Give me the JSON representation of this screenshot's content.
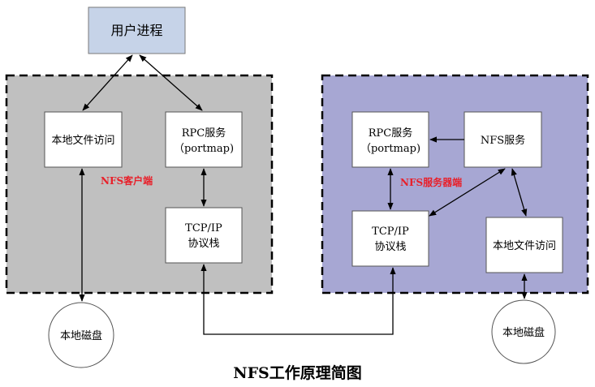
{
  "diagram": {
    "user_process": "用户进程",
    "client": {
      "label": "NFS客户端",
      "local_file_access": "本地文件访问",
      "rpc_service_line1": "RPC服务",
      "rpc_service_line2": "（portmap)",
      "tcpip_line1": "TCP/IP",
      "tcpip_line2": "协议栈",
      "local_disk": "本地磁盘"
    },
    "server": {
      "label": "NFS服务器端",
      "rpc_service_line1": "RPC服务",
      "rpc_service_line2": "（portmap)",
      "nfs_service": "NFS服务",
      "tcpip_line1": "TCP/IP",
      "tcpip_line2": "协议栈",
      "local_file_access": "本地文件访问",
      "local_disk": "本地磁盘"
    },
    "caption": "NFS工作原理简图",
    "colors": {
      "client_bg": "#c0c0c0",
      "server_bg": "#a7a7d3",
      "user_process_bg": "#c6d3e8",
      "accent_red": "#e8202a"
    }
  }
}
